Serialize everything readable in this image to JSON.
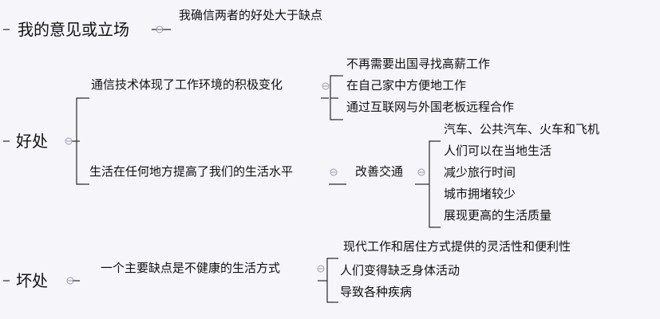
{
  "mindmap": {
    "opinion": {
      "label": "我的意见或立场",
      "child": "我确信两者的好处大于缺点"
    },
    "advantages": {
      "label": "好处",
      "work": {
        "label": "通信技术体现了工作环境的积极变化",
        "items": [
          "不再需要出国寻找高薪工作",
          "在自己家中方便地工作",
          "通过互联网与外国老板远程合作"
        ]
      },
      "life": {
        "label": "生活在任何地方提高了我们的生活水平",
        "transport": {
          "label": "改善交通",
          "items": [
            "汽车、公共汽车、火车和飞机",
            "人们可以在当地生活",
            "减少旅行时间",
            "城市拥堵较少",
            "展现更高的生活质量"
          ]
        }
      }
    },
    "disadvantages": {
      "label": "坏处",
      "main": {
        "label": "一个主要缺点是不健康的生活方式",
        "items": [
          "现代工作和居住方式提供的灵活性和便利性",
          "人们变得缺乏身体活动",
          "导致各种疾病"
        ]
      }
    }
  },
  "colors": {
    "background": "#f6f5fa",
    "line": "#2a2a2a",
    "collapse_icon": "#9a9ab0"
  }
}
